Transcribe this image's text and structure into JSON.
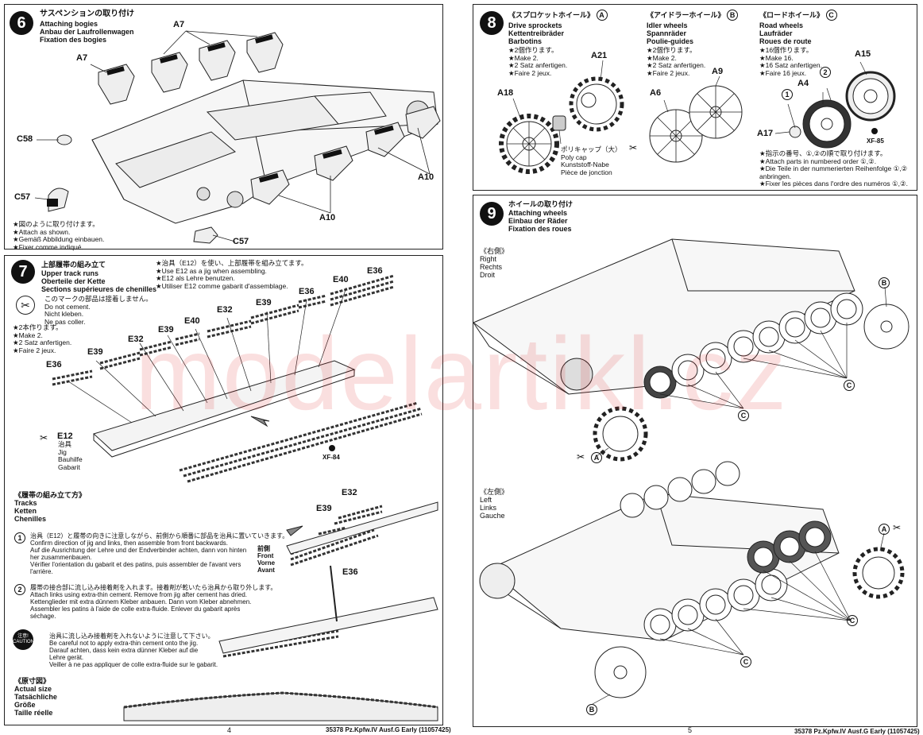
{
  "watermark": "modelartikl.cz",
  "step6": {
    "num": "6",
    "title_jp": "サスペンションの取り付け",
    "title_lines": "Attaching bogies\nAnbau der Laufrollenwagen\nFixation des bogies",
    "note": "★図のように取り付けます。\n★Attach as shown.\n★Gemäß Abbildung einbauen.\n★Fixer comme indiqué.",
    "parts": {
      "a7a": "A7",
      "a7b": "A7",
      "c58": "C58",
      "c57a": "C57",
      "c57b": "C57",
      "a10a": "A10",
      "a10b": "A10"
    }
  },
  "step7": {
    "num": "7",
    "title_jp": "上部履帯の組み立て",
    "title_lines": "Upper track runs\nOberteile der Kette\nSections supérieures de chenilles",
    "jig_note": "★治具（E12）を使い、上部履帯を組み立てます。\n★Use E12 as a jig when assembling.\n★E12 als Lehre benutzen.\n★Utiliser E12 comme gabarit d'assemblage.",
    "nocement": "このマークの部品は接着しません。\nDo not cement.\nNicht kleben.\nNe pas coller.",
    "make2": "★2本作ります。\n★Make 2.\n★2 Satz anfertigen.\n★Faire 2 jeux.",
    "parts": {
      "e36a": "E36",
      "e39a": "E39",
      "e32a": "E32",
      "e39b": "E39",
      "e40a": "E40",
      "e32b": "E32",
      "e39c": "E39",
      "e36b": "E36",
      "e40b": "E40",
      "e36c": "E36"
    },
    "jig_label": "E12",
    "jig_text": "治具\nJig\nBauhilfe\nGabarit",
    "paint": "XF-84",
    "tracks_title": "《履帯の組み立て方》\nTracks\nKetten\nChenilles",
    "instr1": "治具（E12）と履帯の向きに注意しながら、前側から順番に部品を治具に置いていきます。\nConfirm direction of jig and links, then assemble from front backwards.\nAuf die Ausrichtung der Lehre und der Endverbinder achten, dann von hinten\nher zusammenbauen.\nVérifier l'orientation du gabarit et des patins, puis assembler de l'avant vers\nl'arrière.",
    "instr2": "履帯の接合部に流し込み接着剤を入れます。接着剤が乾いたら治具から取り外します。\nAttach links using extra-thin cement. Remove from jig after cement has dried.\nKettenglieder mit extra dünnem Kleber anbauen. Dann vom Kleber abnehmen.\nAssembler les patins à l'aide de colle extra-fluide. Enlever du gabarit après\nséchage.",
    "caution_badge": "注意!\nCAUTION",
    "caution": "治具に流し込み接着剤を入れないように注意して下さい。\nBe careful not to apply extra-thin cement onto the jig.\nDarauf achten, dass kein extra dünner Kleber auf die\nLehre gerät.\nVeiller à ne pas appliquer de colle extra-fluide sur le gabarit.",
    "front": "前側\nFront\nVorne\nAvant",
    "detail_parts": {
      "e32": "E32",
      "e39": "E39",
      "e36": "E36"
    },
    "actual": "《原寸図》\nActual size\nTatsächliche\nGröße\nTaille réelle"
  },
  "step8": {
    "num": "8",
    "sprocket": {
      "title": "《スプロケットホイール》",
      "letter": "A",
      "lines": "Drive sprockets\nKettentreibräder\nBarbotins",
      "make": "★2個作ります。\n★Make 2.\n★2 Satz anfertigen.\n★Faire 2 jeux."
    },
    "idler": {
      "title": "《アイドラーホイール》",
      "letter": "B",
      "lines": "Idler wheels\nSpannräder\nPoulie-guides",
      "make": "★2個作ります。\n★Make 2.\n★2 Satz anfertigen.\n★Faire 2 jeux."
    },
    "road": {
      "title": "《ロードホイール》",
      "letter": "C",
      "lines": "Road wheels\nLaufräder\nRoues de route",
      "make": "★16個作ります。\n★Make 16.\n★16 Satz anfertigen.\n★Faire 16 jeux."
    },
    "parts": {
      "a21": "A21",
      "a18": "A18",
      "a9": "A9",
      "a6": "A6",
      "a15": "A15",
      "a4": "A4",
      "a17": "A17"
    },
    "polycap": "ポリキャップ（大）\nPoly cap\nKunststoff-Nabe\nPièce de jonction",
    "paint": "XF-85",
    "order": "★指示の番号、①,②の順で取り付けます。\n★Attach parts in numbered order ①,②.\n★Die Teile in der nummerierten Reihenfolge ①,②\nanbringen.\n★Fixer les pièces dans l'ordre des numéros ①,②."
  },
  "step9": {
    "num": "9",
    "title_jp": "ホイールの取り付け",
    "title_lines": "Attaching wheels\nEinbau der Räder\nFixation des roues",
    "right": "《右側》\nRight\nRechts\nDroit",
    "left": "《左側》\nLeft\nLinks\nGauche",
    "letters": {
      "b": "B",
      "a": "A",
      "c": "C"
    }
  },
  "footer": {
    "left": "35378 Pz.Kpfw.IV Ausf.G Early (11057425)",
    "right": "35378 Pz.Kpfw.IV Ausf.G Early (11057425)",
    "page_left": "4",
    "page_right": "5"
  }
}
